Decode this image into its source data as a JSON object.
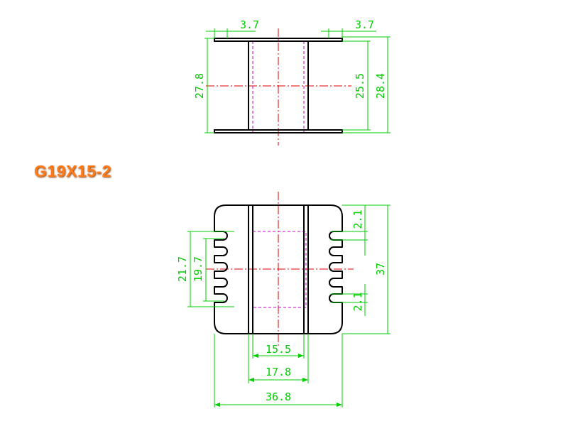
{
  "title": "G19X15-2",
  "colors": {
    "outline": "#000000",
    "dimension": "#00cc00",
    "centerline": "#dd0000",
    "hidden": "#cc00cc",
    "title": "#ff7a1a"
  },
  "top_view": {
    "flange_left": "3.7",
    "flange_right": "3.7",
    "outer_height": "27.8",
    "inner_height": "25.5",
    "total_height": "28.4"
  },
  "bottom_view": {
    "pin_span_outer": "21.7",
    "pin_span_inner": "19.7",
    "top_margin": "2.1",
    "bottom_margin": "2.1",
    "total_height": "37",
    "core_inner_width": "15.5",
    "core_outer_width": "17.8",
    "total_width": "36.8"
  }
}
